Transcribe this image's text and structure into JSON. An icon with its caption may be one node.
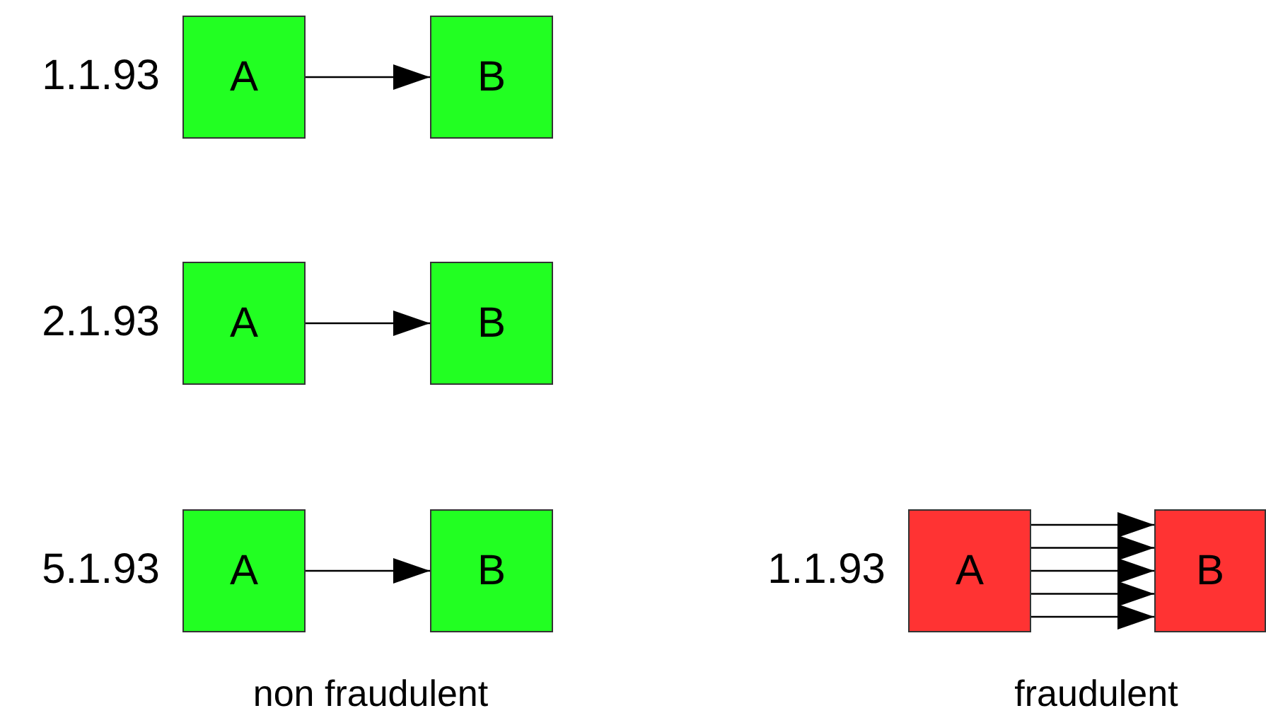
{
  "diagram": {
    "nodes": [
      {
        "text": [
          "A"
        ],
        "beside": [
          "1.1.93"
        ]
      },
      {
        "text": [
          "B"
        ]
      },
      {
        "text": [
          "A"
        ],
        "beside": [
          "2.1.93"
        ]
      },
      {
        "text": [
          "B"
        ]
      },
      {
        "text": [
          "A"
        ],
        "beside": [
          "5.1.93"
        ]
      },
      {
        "text": [
          "B"
        ]
      },
      {
        "text": [
          "A"
        ],
        "beside": [
          "1.1.93"
        ]
      },
      {
        "text": [
          "B"
        ]
      }
    ],
    "edges": [
      {
        "from": 0,
        "to": 1,
        "arrow": "to"
      },
      {
        "from": 2,
        "to": 3,
        "arrow": "to"
      },
      {
        "from": 4,
        "to": 5,
        "arrow": "to"
      },
      {
        "from": 6,
        "to": 7,
        "arrow": "to"
      },
      {
        "from": 6,
        "to": 7,
        "arrow": "to"
      },
      {
        "from": 6,
        "to": 7,
        "arrow": "to"
      },
      {
        "from": 6,
        "to": 7,
        "arrow": "to"
      },
      {
        "from": 6,
        "to": 7,
        "arrow": "to"
      }
    ],
    "labels": [
      "non fraudulent",
      "fraudulent"
    ]
  }
}
